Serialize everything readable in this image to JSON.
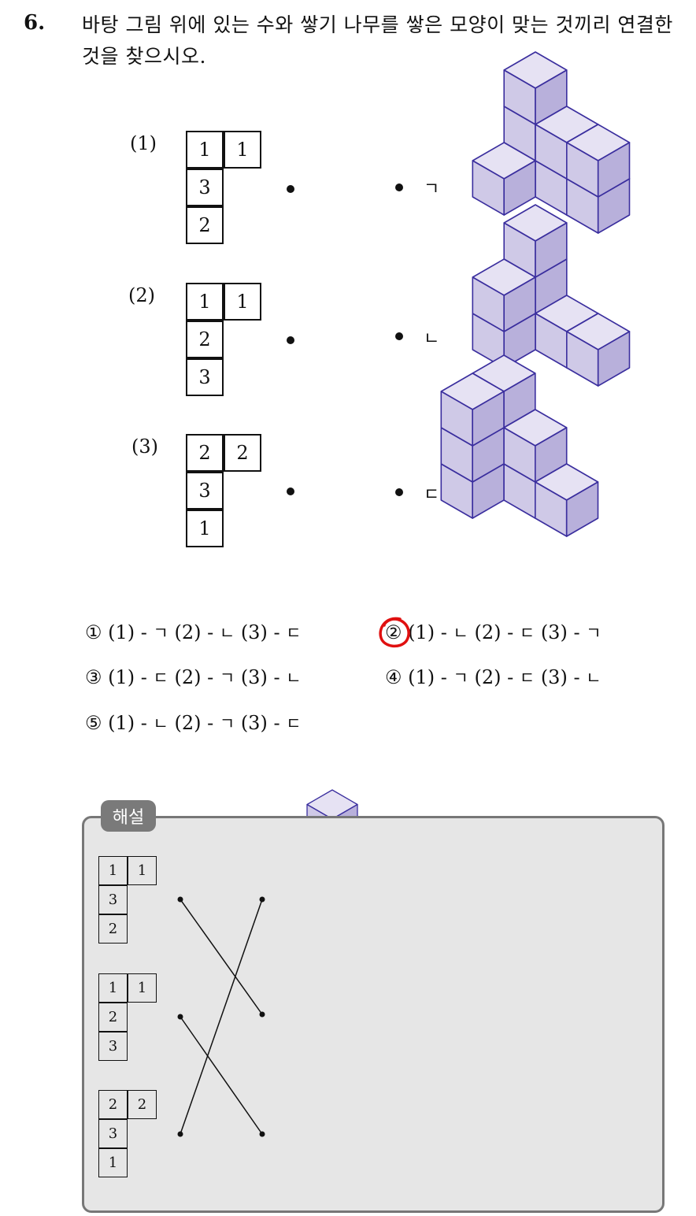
{
  "question": {
    "number": "6.",
    "text": "바탕 그림 위에 있는 수와 쌓기 나무를 쌓은 모양이 맞는 것끼리 연결한 것을 찾으시오."
  },
  "problems": [
    {
      "label": "(1)",
      "cells": [
        "1",
        "1",
        "3",
        "2"
      ]
    },
    {
      "label": "(2)",
      "cells": [
        "1",
        "1",
        "2",
        "3"
      ]
    },
    {
      "label": "(3)",
      "cells": [
        "2",
        "2",
        "3",
        "1"
      ]
    }
  ],
  "right_labels": [
    "ㄱ",
    "ㄴ",
    "ㄷ"
  ],
  "options": [
    {
      "num": "①",
      "parts": [
        "(1) - ",
        "ㄱ",
        " (2) - ",
        "ㄴ",
        " (3) - ",
        "ㄷ"
      ]
    },
    {
      "num": "②",
      "parts": [
        "(1) - ",
        "ㄴ",
        " (2) - ",
        "ㄷ",
        " (3) - ",
        "ㄱ"
      ]
    },
    {
      "num": "③",
      "parts": [
        "(1) - ",
        "ㄷ",
        " (2) - ",
        "ㄱ",
        " (3) - ",
        "ㄴ"
      ]
    },
    {
      "num": "④",
      "parts": [
        "(1) - ",
        "ㄱ",
        " (2) - ",
        "ㄷ",
        " (3) - ",
        "ㄴ"
      ]
    },
    {
      "num": "⑤",
      "parts": [
        "(1) - ",
        "ㄴ",
        " (2) - ",
        "ㄱ",
        " (3) - ",
        "ㄷ"
      ]
    }
  ],
  "marked_option": "②",
  "solution": {
    "tab": "해설",
    "grids": [
      {
        "cells": [
          "1",
          "1",
          "3",
          "2"
        ]
      },
      {
        "cells": [
          "1",
          "1",
          "2",
          "3"
        ]
      },
      {
        "cells": [
          "2",
          "2",
          "3",
          "1"
        ]
      }
    ],
    "matches": [
      [
        0,
        1
      ],
      [
        1,
        2
      ],
      [
        2,
        0
      ]
    ]
  },
  "colors": {
    "cube_top": "#e6e2f3",
    "cube_left": "#cfc9e7",
    "cube_right": "#b8b0db",
    "cube_edge": "#3a2e9e",
    "mark": "#e01010"
  }
}
